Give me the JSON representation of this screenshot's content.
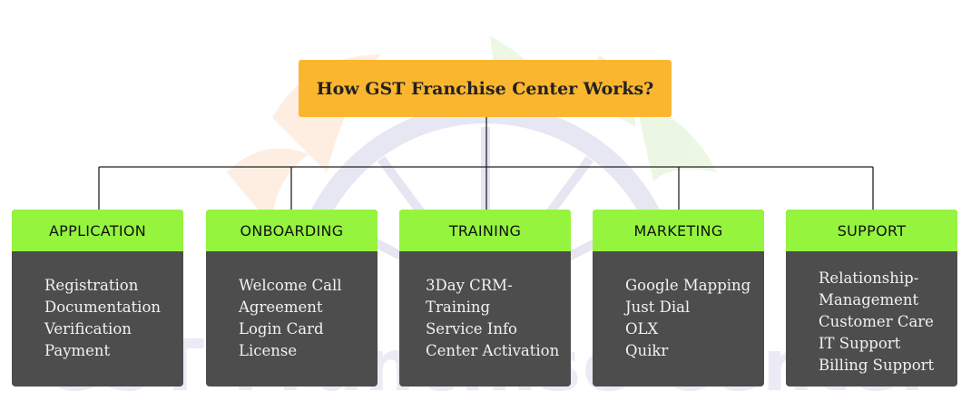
{
  "title": "How GST Franchise Center Works?",
  "watermark": "GST Franchise Center",
  "colors": {
    "title_bg": "#fbb630",
    "card_header_bg": "#95f43e",
    "card_body_bg": "#4d4d4d",
    "connector": "#222222"
  },
  "cards": [
    {
      "heading": "APPLICATION",
      "items": [
        "Registration",
        "Documentation",
        "Verification",
        "Payment"
      ]
    },
    {
      "heading": "ONBOARDING",
      "items": [
        "Welcome Call",
        "Agreement",
        "Login Card",
        "License"
      ]
    },
    {
      "heading": "TRAINING",
      "items": [
        "3Day CRM-",
        "Training",
        "Service Info",
        "Center Activation"
      ]
    },
    {
      "heading": "MARKETING",
      "items": [
        "Google Mapping",
        "Just Dial",
        "OLX",
        "Quikr"
      ]
    },
    {
      "heading": "SUPPORT",
      "items": [
        "Relationship-",
        "Management",
        "Customer Care",
        "IT Support",
        "Billing Support"
      ]
    }
  ]
}
